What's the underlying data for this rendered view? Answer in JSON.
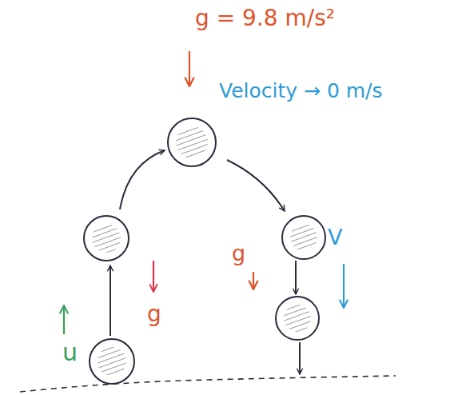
{
  "diagram": {
    "labels": [
      "g = 9.8 m/s²",
      "Velocity → 0 m/s",
      "V",
      "g",
      "g",
      "u"
    ]
  }
}
